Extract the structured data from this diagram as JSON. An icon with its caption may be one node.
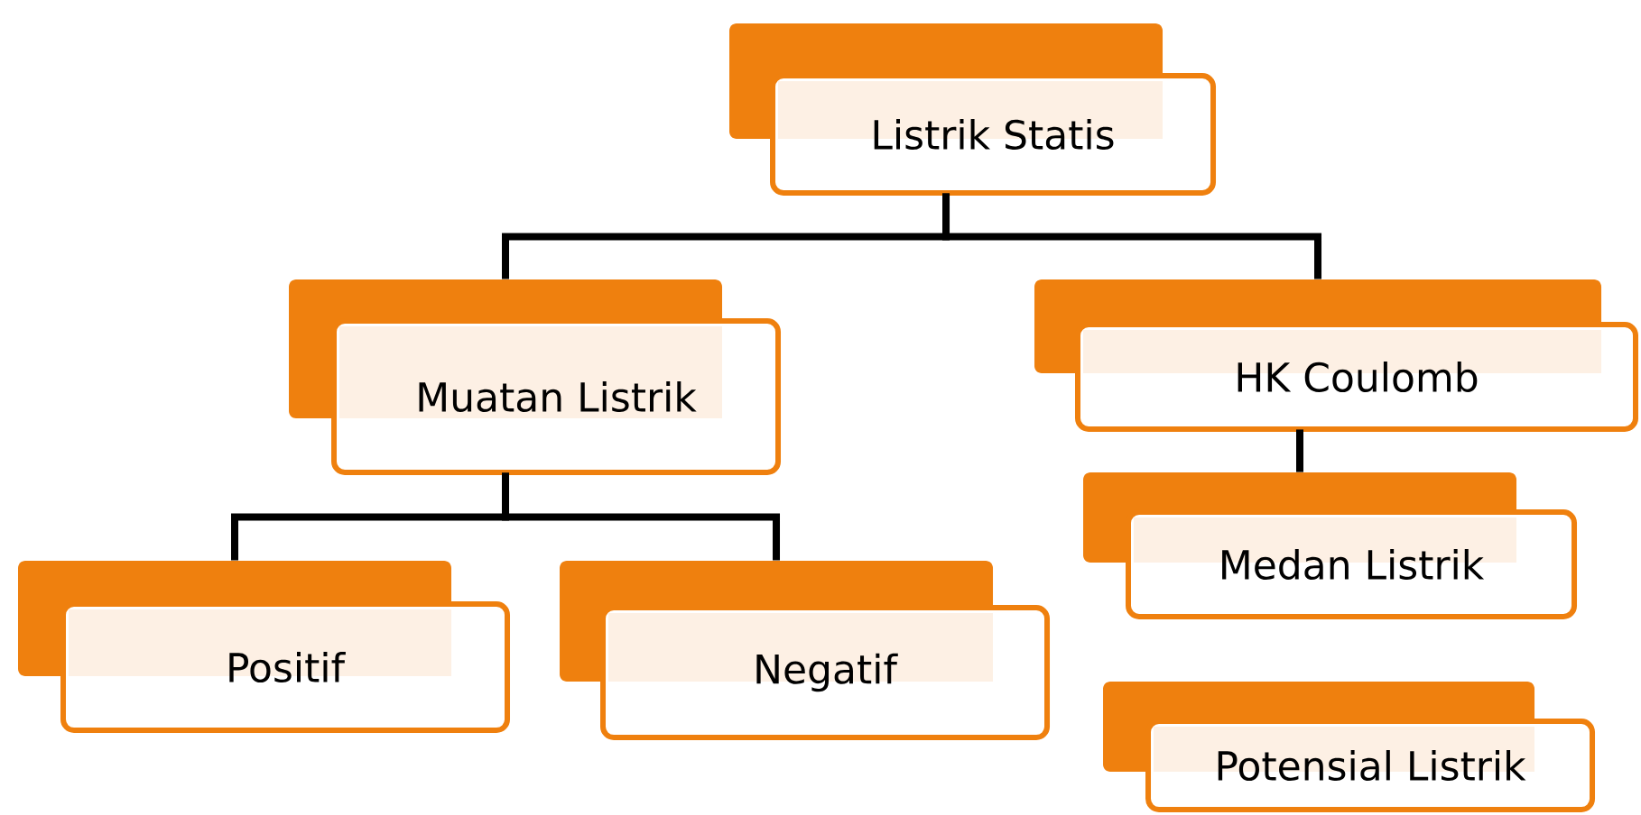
{
  "diagram": {
    "nodes": [
      {
        "text": [
          "Listrik Statis"
        ]
      },
      {
        "text": [
          "Muatan Listrik"
        ]
      },
      {
        "text": [
          "HK Coulomb"
        ]
      },
      {
        "text": [
          "Positif"
        ]
      },
      {
        "text": [
          "Negatif"
        ]
      },
      {
        "text": [
          "Medan Listrik"
        ]
      },
      {
        "text": [
          "Potensial Listrik"
        ]
      }
    ],
    "edges": [
      {
        "from": 0,
        "to": 1,
        "arrow": "none"
      },
      {
        "from": 0,
        "to": 2,
        "arrow": "none"
      },
      {
        "from": 1,
        "to": 3,
        "arrow": "none"
      },
      {
        "from": 1,
        "to": 4,
        "arrow": "none"
      },
      {
        "from": 2,
        "to": 5,
        "arrow": "none"
      }
    ]
  }
}
